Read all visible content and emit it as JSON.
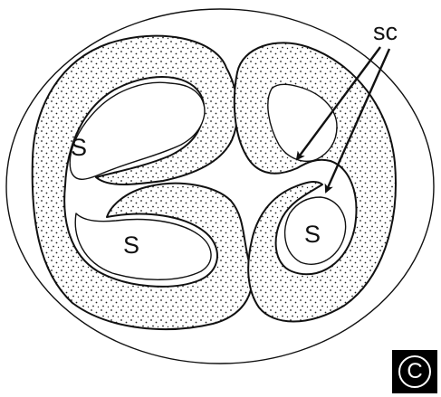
{
  "panel_label": "C",
  "labels": {
    "sc": "sc",
    "s_left_top": "S",
    "s_left_bottom": "S",
    "s_right": "S"
  }
}
